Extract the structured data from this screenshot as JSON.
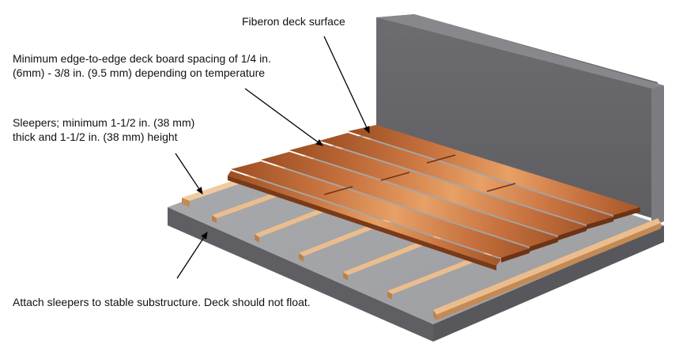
{
  "callouts": {
    "fiberon": {
      "line1": "Fiberon deck surface"
    },
    "spacing": {
      "line1": "Minimum edge-to-edge deck board spacing of 1/4 in.",
      "line2": "(6mm) - 3/8 in. (9.5 mm) depending on temperature"
    },
    "sleepers": {
      "line1": "Sleepers; minimum 1-1/2 in. (38 mm)",
      "line2": "thick and 1-1/2 in. (38 mm) height"
    },
    "attach": {
      "line1": "Attach sleepers to stable substructure. Deck should not float."
    }
  },
  "colors": {
    "wall_front": "#6b6b6f",
    "wall_top": "#8a8a8e",
    "slab_top": "#a7a8ab",
    "slab_side": "#5f5f63",
    "sleeper_top": "#e9b98a",
    "sleeper_side": "#b9804d",
    "deck_board": "#c06a35",
    "deck_board_highlight": "#e69a62",
    "board_edge": "#6e3214",
    "arrow": "#000000"
  }
}
